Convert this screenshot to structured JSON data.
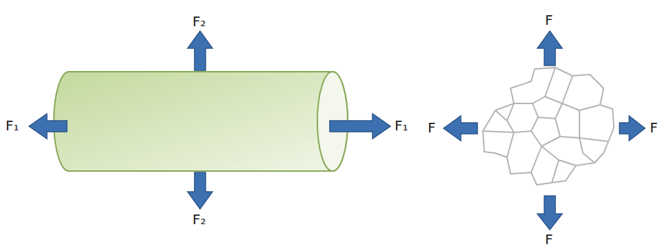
{
  "diagram": {
    "labels": [
      "F₁",
      "F₁",
      "F₂",
      "F₂",
      "F",
      "F",
      "F",
      "F"
    ]
  }
}
